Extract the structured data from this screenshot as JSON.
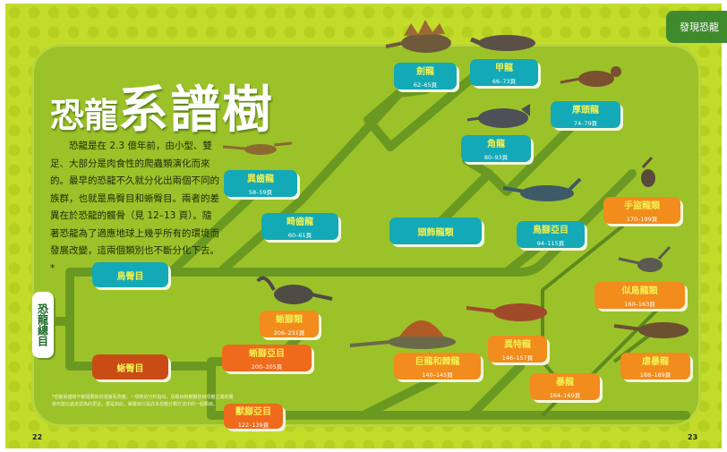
{
  "header_tab": "發現恐龍",
  "title": {
    "part1": "恐龍",
    "part2": "系譜樹"
  },
  "intro": "恐龍是在 2.3 億年前，由小型、雙足、大部分是肉食性的爬蟲類演化而來的。最早的恐龍不久就分化出兩個不同的族群，也就是鳥臀目和蜥臀目。兩者的差異在於恐龍的髖骨（見 12–13 頁）。隨著恐龍為了適應地球上幾乎所有的環境而發展改變，這兩個類別也不斷分化下去。*",
  "footnote": "*恐龍系譜樹不斷隨著新的證據而改變。一項新的分析指出，鳥臀目和獸腳亞目恐龍之間的關係可能比過去認為的更近。要是如此，蜥臀目只是許多恐龍分類方法中的一個類目。",
  "root": "恐龍總目",
  "colors": {
    "ornithischia": "#14a9b6",
    "saurischia": "#f28c1c",
    "branch": "#6a9922",
    "background": "#9cc22a"
  },
  "nodes": {
    "ornithischia": {
      "name": "鳥臀目"
    },
    "saurischia": {
      "name": "蜥臀目"
    },
    "stegosaurs": {
      "name": "劍龍",
      "pages": "62–65頁"
    },
    "ankylosaurs": {
      "name": "甲龍",
      "pages": "66–73頁"
    },
    "pachycephalosaurs": {
      "name": "厚頭龍",
      "pages": "74–79頁"
    },
    "ceratopsians": {
      "name": "角龍",
      "pages": "80–93頁"
    },
    "heterodontosaurs1": {
      "name": "異齒龍",
      "pages": "58–59頁"
    },
    "heterodontosaurs2": {
      "name": "畸齒龍",
      "pages": "60–61頁"
    },
    "marginocephalia": {
      "name": "頭飾龍類"
    },
    "ornithopods": {
      "name": "鳥腳亞目",
      "pages": "94–115頁"
    },
    "maniraptors": {
      "name": "手盜龍類",
      "pages": "170–199頁"
    },
    "ornithomimids": {
      "name": "似鳥龍類",
      "pages": "160–163頁"
    },
    "tyrannosaurs": {
      "name": "虐暴龍",
      "pages": "188–189頁"
    },
    "allosaurs": {
      "name": "異特龍",
      "pages": "146–157頁"
    },
    "coelurosaurs": {
      "name": "暴龍",
      "pages": "164–169頁"
    },
    "spinosaurs": {
      "name": "巨龍和棘龍",
      "pages": "140–145頁"
    },
    "sauropods": {
      "name": "蜥腳類",
      "pages": "206–231頁"
    },
    "sauropodomorphs": {
      "name": "蜥腳亞目",
      "pages": "200–205頁"
    },
    "theropods": {
      "name": "獸腳亞目",
      "pages": "122–139頁"
    }
  },
  "page_numbers": {
    "left": "22",
    "right": "23"
  }
}
